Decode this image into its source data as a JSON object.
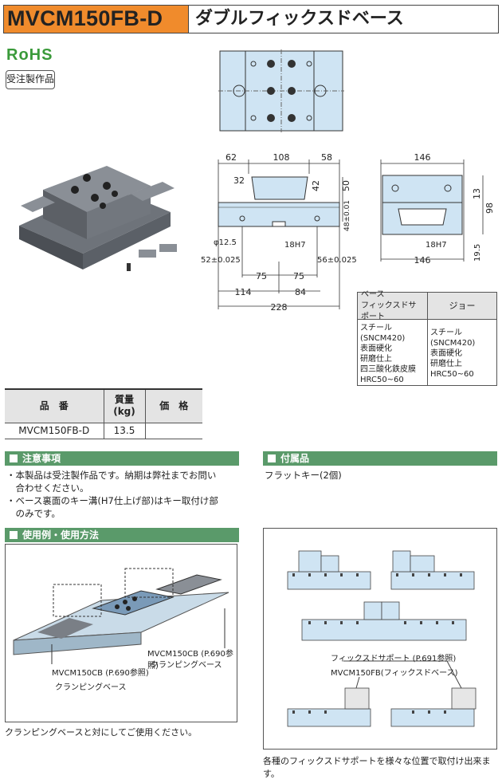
{
  "header": {
    "code": "MVCM150FB-D",
    "name": "ダブルフィックスドベース"
  },
  "badges": {
    "rohs": "RoHS",
    "made_to_order": "受注製作品"
  },
  "drawing": {
    "dims_front": [
      "62",
      "108",
      "58",
      "32",
      "42",
      "50",
      "48±0.01",
      "φ12.5",
      "18H7",
      "52±0.025",
      "56±0.025",
      "75",
      "75",
      "114",
      "84",
      "228"
    ],
    "dims_side": [
      "146",
      "13",
      "98",
      "18H7",
      "146",
      "19.5"
    ]
  },
  "material": {
    "col1_header": "ベース\nフィックスドサポート",
    "col2_header": "ジョー",
    "col1_body": "スチール(SNCM420)\n表面硬化\n研磨仕上\n四三酸化鉄皮膜\nHRC50~60",
    "col2_body": "スチール(SNCM420)\n表面硬化\n研磨仕上\nHRC50~60"
  },
  "product_table": {
    "headers": [
      "品　番",
      "質量\n(kg)",
      "価　格"
    ],
    "rows": [
      [
        "MVCM150FB-D",
        "13.5",
        ""
      ]
    ]
  },
  "sections": {
    "caution": {
      "title": "注意事項",
      "items": [
        "・本製品は受注製作品です。納期は弊社までお問い\n　合わせください。",
        "・ベース裏面のキー溝(H7仕上げ部)はキー取付け部\n　のみです。"
      ]
    },
    "accessory": {
      "title": "付属品",
      "text": "フラットキー(2個)"
    },
    "usage": {
      "title": "使用例・使用方法",
      "label_a": "MVCM150CB (P.690参照)",
      "label_a_sub": "クランピングベース",
      "label_b": "MVCM150CB (P.690参照)",
      "label_b_sub": "クランピングベース",
      "caption": "クランピングベースと対にしてご使用ください。"
    },
    "layout": {
      "label_a": "フィックスドサポート (P.691参照)",
      "label_b": "MVCM150FB(フィックスドベース)",
      "caption": "各種のフィックスドサポートを様々な位置で取付け出来ます。"
    }
  }
}
